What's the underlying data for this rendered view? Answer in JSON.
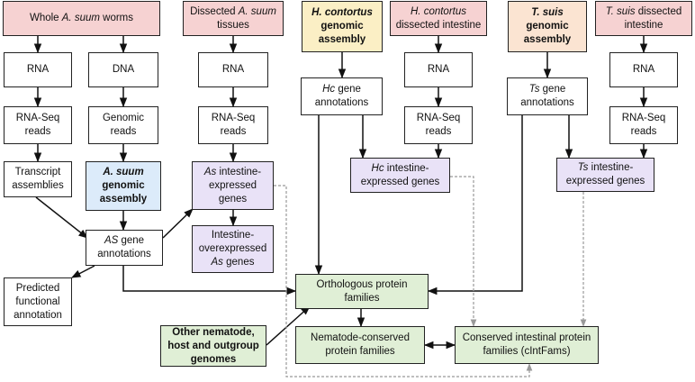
{
  "nodes": {
    "whole_worms": {
      "pre": "Whole ",
      "em": "A. suum",
      "post": " worms"
    },
    "dissected_tissues": {
      "pre": "Dissected ",
      "em": "A. suum",
      "post": " tissues"
    },
    "hc_assembly": {
      "em": "H. contortus",
      "post": " genomic assembly"
    },
    "hc_dissected": {
      "em": "H. contortus",
      "post": " dissected intestine"
    },
    "ts_assembly": {
      "em": "T. suis",
      "post": " genomic assembly"
    },
    "ts_dissected": {
      "em": "T. suis",
      "post": " dissected intestine"
    },
    "rna_1": "RNA",
    "dna": "DNA",
    "rna_2": "RNA",
    "rna_3": "RNA",
    "rna_4": "RNA",
    "rnaseq_1": "RNA-Seq reads",
    "genomic_reads": "Genomic reads",
    "rnaseq_2": "RNA-Seq reads",
    "rnaseq_3": "RNA-Seq reads",
    "rnaseq_4": "RNA-Seq reads",
    "hc_annotations": {
      "em": "Hc",
      "post": " gene annotations"
    },
    "ts_annotations": {
      "em": "Ts",
      "post": " gene annotations"
    },
    "transcript_assemblies": "Transcript assemblies",
    "as_assembly": {
      "em": "A. suum",
      "post": " genomic assembly"
    },
    "as_intestine_genes": {
      "em": "As",
      "post": " intestine-expressed genes"
    },
    "hc_intestine_genes": {
      "em": "Hc",
      "post": " intestine-expressed genes"
    },
    "ts_intestine_genes": {
      "em": "Ts",
      "post": " intestine-expressed genes"
    },
    "as_annotations": {
      "em": "AS",
      "post": " gene annotations"
    },
    "intestine_overexpressed": {
      "pre": "Intestine-overexpressed ",
      "em": "As",
      "post": " genes"
    },
    "predicted_functional": "Predicted functional annotation",
    "orthologous_families": "Orthologous protein families",
    "other_genomes": "Other nematode, host and outgroup genomes",
    "nematode_conserved": "Nematode-conserved protein families",
    "conserved_intestinal": "Conserved intestinal protein families (cIntFams)"
  },
  "colors": {
    "source_sample": "#f6d2d2",
    "hc_assembly": "#fbefc5",
    "ts_assembly": "#fbe4d2",
    "as_assembly": "#dcebfa",
    "intestine_genes": "#e9e2f7",
    "protein_families": "#e0efd6",
    "arrow": "#111111",
    "dashed_arrow": "#9a9a9a"
  }
}
